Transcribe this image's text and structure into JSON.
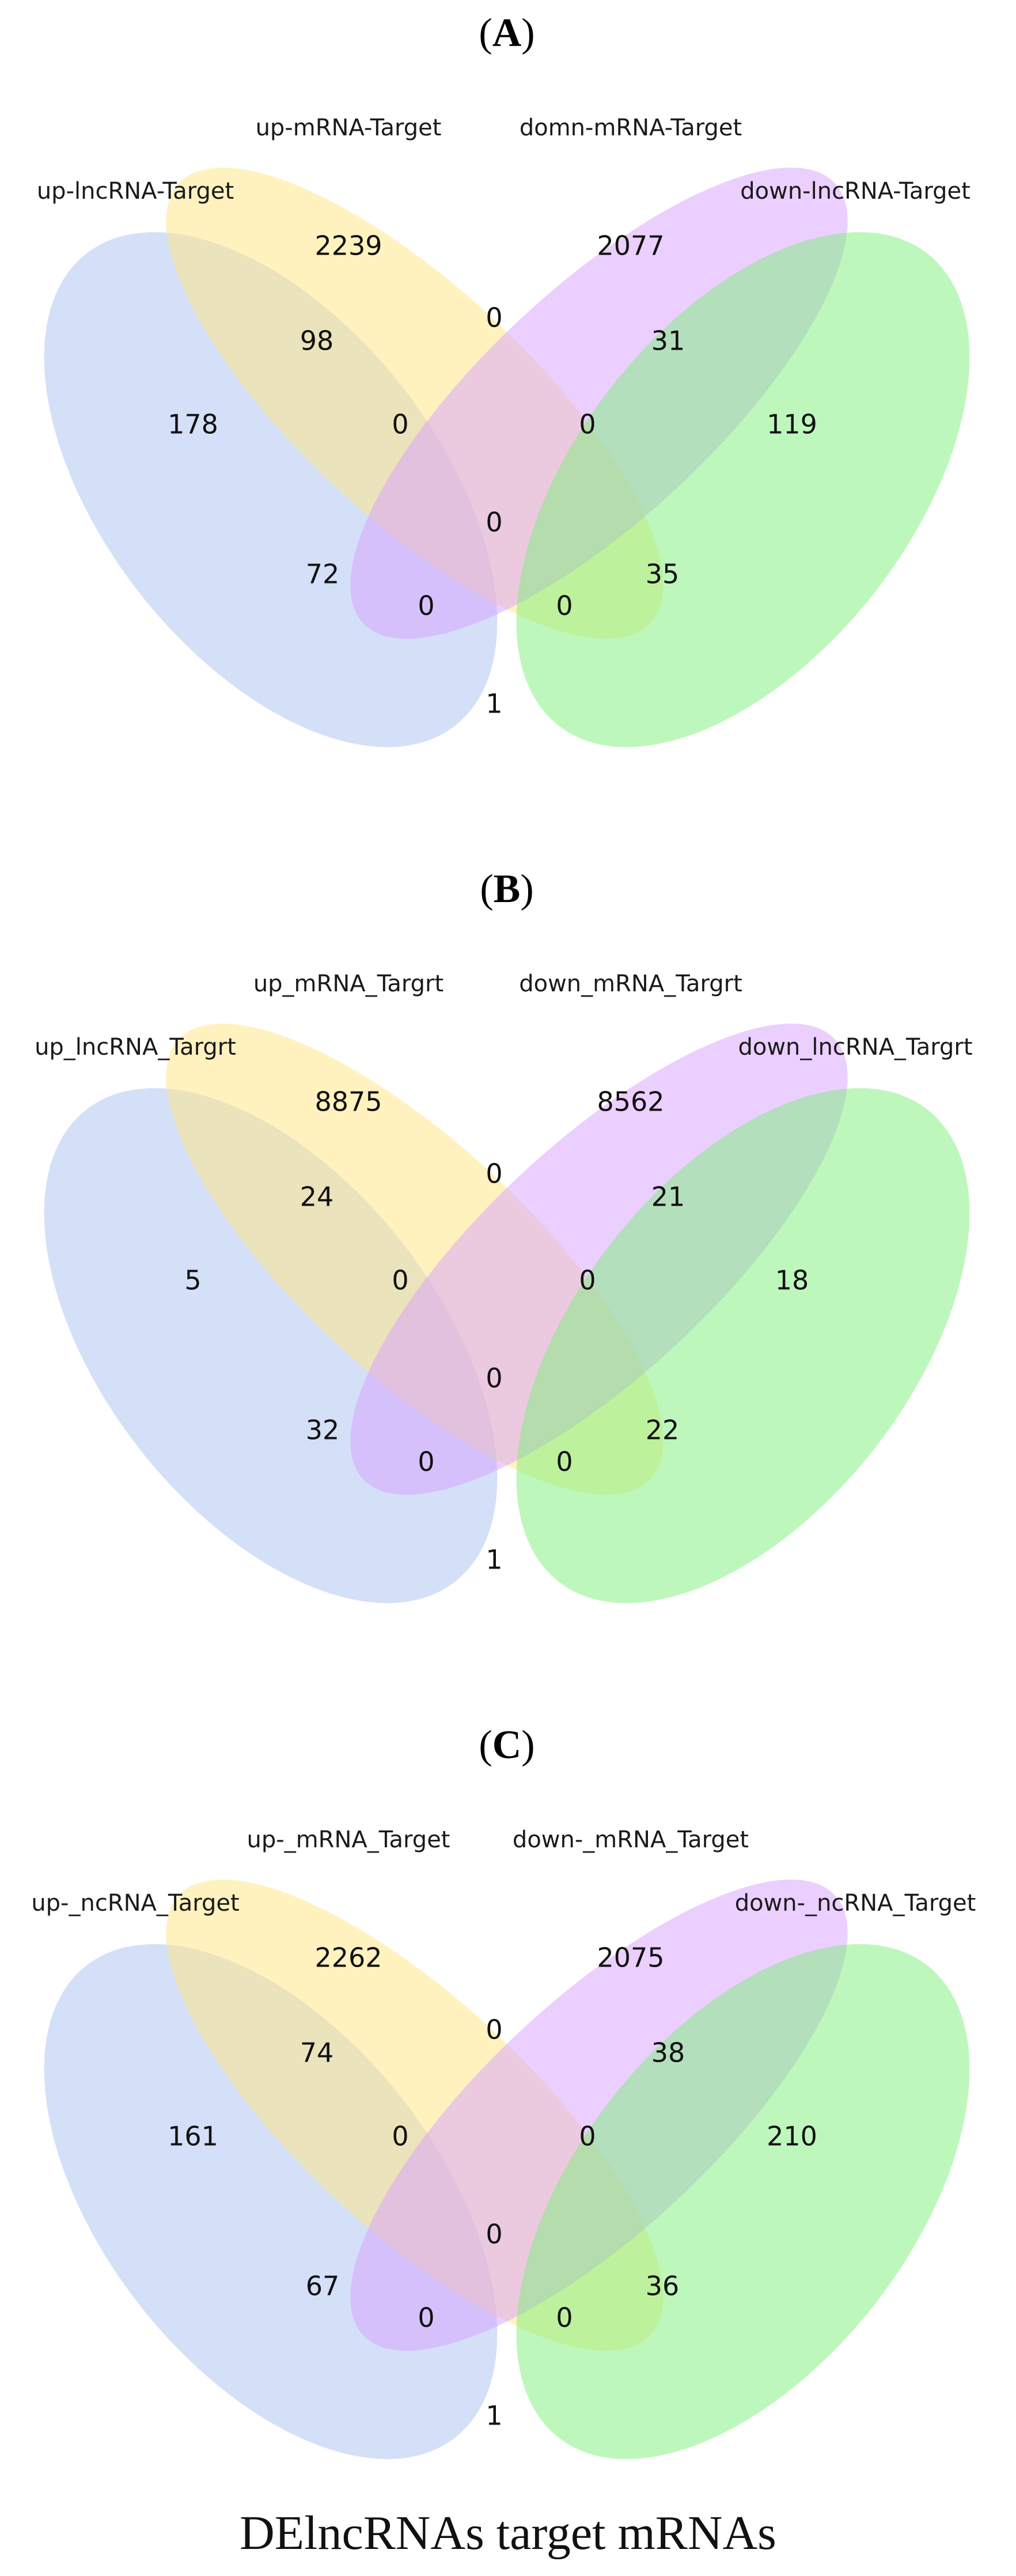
{
  "colors": {
    "set1": "#a9c1f2",
    "set2": "#ffe680",
    "set3": "#d7a0ff",
    "set4": "#7ef07a"
  },
  "panels": [
    {
      "label_open": "(",
      "label_letter": "A",
      "label_close": ")",
      "sets": [
        "up-lncRNA-Target",
        "up-mRNA-Target",
        "domn-mRNA-Target",
        "down-lncRNA-Target"
      ],
      "counts": {
        "only1": "178",
        "only2": "2239",
        "only3": "2077",
        "only4": "119",
        "s12": "98",
        "s23": "0",
        "s34": "31",
        "s13": "72",
        "s24": "35",
        "s14": "1",
        "s123": "0",
        "s234": "0",
        "s124": "0",
        "s134": "0",
        "s1234": "0"
      }
    },
    {
      "label_open": "(",
      "label_letter": "B",
      "label_close": ")",
      "sets": [
        "up_lncRNA_Targrt",
        "up_mRNA_Targrt",
        "down_mRNA_Targrt",
        "down_lncRNA_Targrt"
      ],
      "counts": {
        "only1": "5",
        "only2": "8875",
        "only3": "8562",
        "only4": "18",
        "s12": "24",
        "s23": "0",
        "s34": "21",
        "s13": "32",
        "s24": "22",
        "s14": "1",
        "s123": "0",
        "s234": "0",
        "s124": "0",
        "s134": "0",
        "s1234": "0"
      }
    },
    {
      "label_open": "(",
      "label_letter": "C",
      "label_close": ")",
      "sets": [
        "up-_ncRNA_Target",
        "up-_mRNA_Target",
        "down-_mRNA_Target",
        "down-_ncRNA_Target"
      ],
      "counts": {
        "only1": "161",
        "only2": "2262",
        "only3": "2075",
        "only4": "210",
        "s12": "74",
        "s23": "0",
        "s34": "38",
        "s13": "67",
        "s24": "36",
        "s14": "1",
        "s123": "0",
        "s234": "0",
        "s124": "0",
        "s134": "0",
        "s1234": "0"
      }
    }
  ],
  "caption": "DElncRNAs target mRNAs"
}
